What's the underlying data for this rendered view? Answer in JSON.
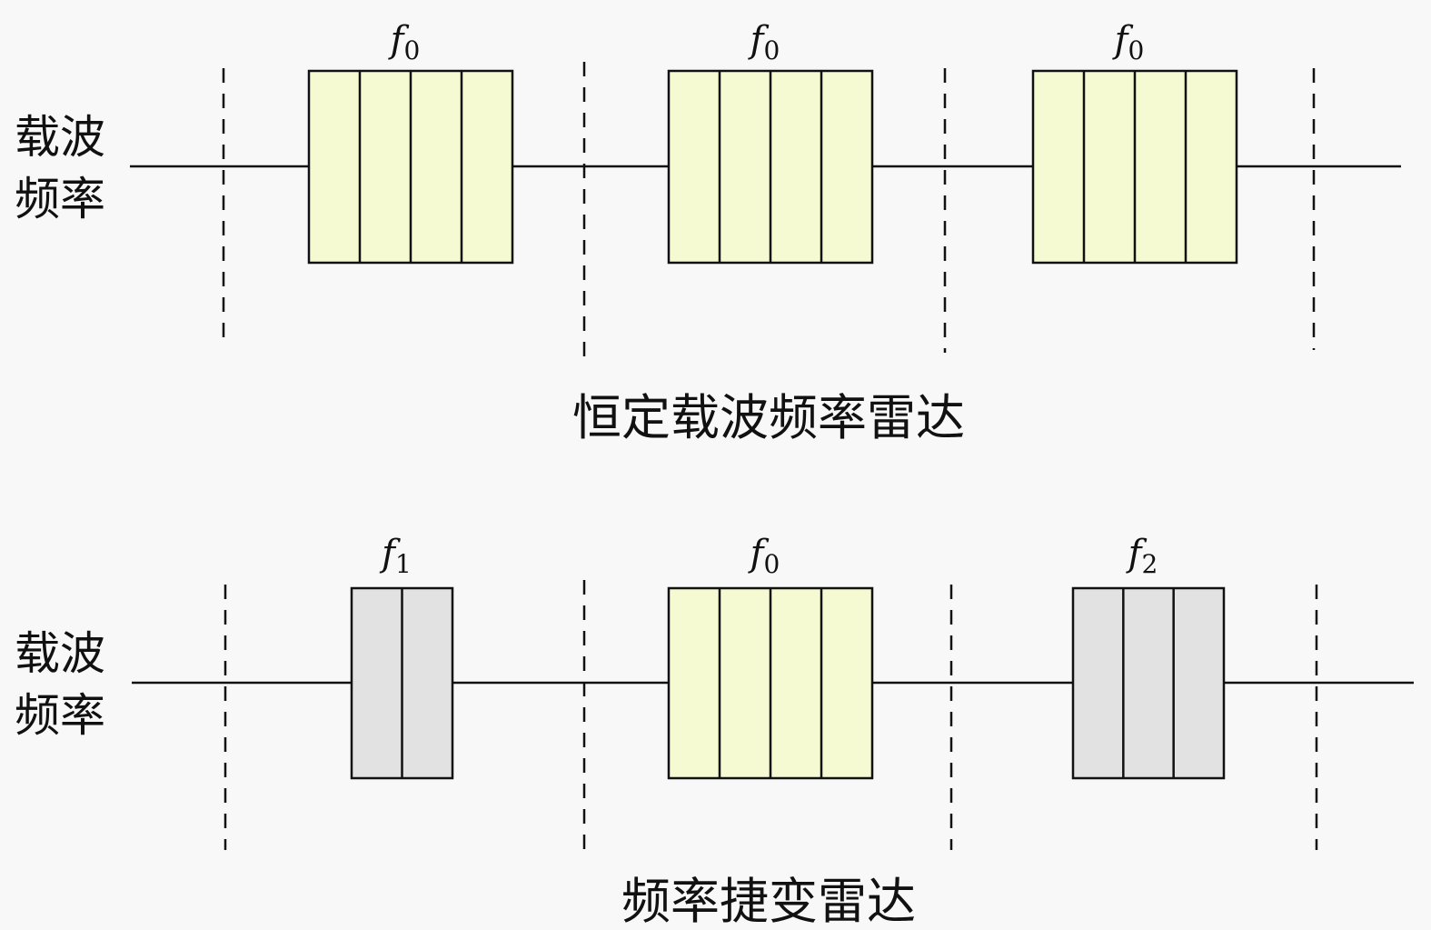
{
  "colors": {
    "background": "#f8f8f8",
    "stroke": "#111111",
    "fill_f0": "#f6fad2",
    "fill_other": "#e2e2e2"
  },
  "diagrams": [
    {
      "id": "constant",
      "title": "恒定载波频率雷达",
      "axis_label_line1": "载波",
      "axis_label_line2": "频率",
      "pulses": [
        {
          "freq_symbol": "f",
          "freq_subscript": "0",
          "subpulses": 4,
          "kind": "f0"
        },
        {
          "freq_symbol": "f",
          "freq_subscript": "0",
          "subpulses": 4,
          "kind": "f0"
        },
        {
          "freq_symbol": "f",
          "freq_subscript": "0",
          "subpulses": 4,
          "kind": "f0"
        }
      ]
    },
    {
      "id": "agile",
      "title": "频率捷变雷达",
      "axis_label_line1": "载波",
      "axis_label_line2": "频率",
      "pulses": [
        {
          "freq_symbol": "f",
          "freq_subscript": "1",
          "subpulses": 2,
          "kind": "other"
        },
        {
          "freq_symbol": "f",
          "freq_subscript": "0",
          "subpulses": 4,
          "kind": "f0"
        },
        {
          "freq_symbol": "f",
          "freq_subscript": "2",
          "subpulses": 3,
          "kind": "other"
        }
      ]
    }
  ]
}
